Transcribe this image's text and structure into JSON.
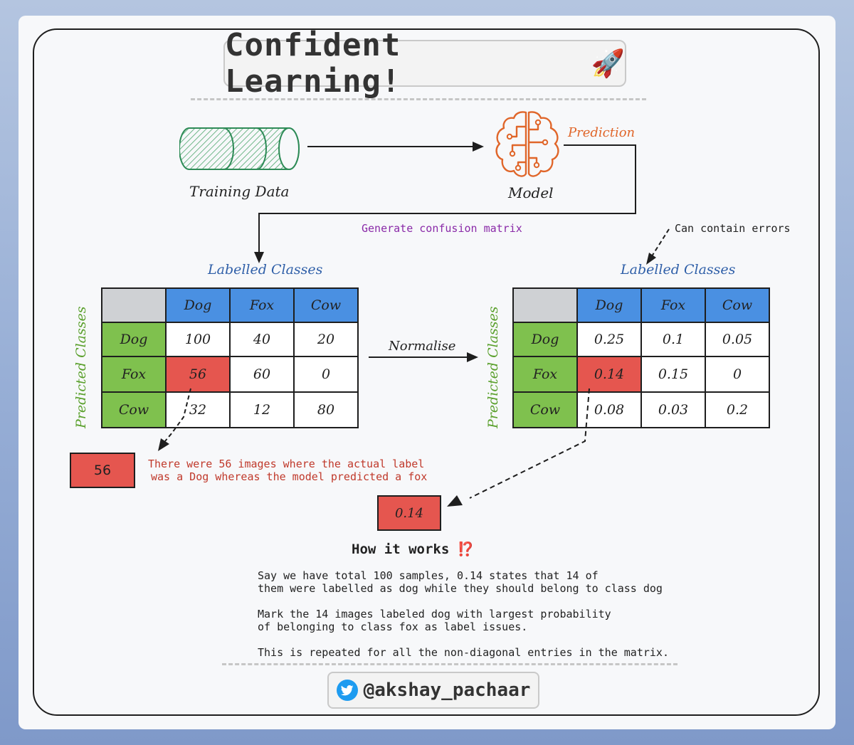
{
  "title": "Confident Learning!",
  "title_emoji": "🚀",
  "training_data_label": "Training Data",
  "model_label": "Model",
  "prediction_label": "Prediction",
  "confusion_label": "Generate confusion matrix",
  "errors_label": "Can contain errors",
  "labelled_classes": "Labelled Classes",
  "predicted_classes": "Predicted Classes",
  "normalise_label": "Normalise",
  "classes": [
    "Dog",
    "Fox",
    "Cow"
  ],
  "matrix_counts": [
    [
      "100",
      "40",
      "20"
    ],
    [
      "56",
      "60",
      "0"
    ],
    [
      "32",
      "12",
      "80"
    ]
  ],
  "matrix_normalised": [
    [
      "0.25",
      "0.1",
      "0.05"
    ],
    [
      "0.14",
      "0.15",
      "0"
    ],
    [
      "0.08",
      "0.03",
      "0.2"
    ]
  ],
  "callout_count": "56",
  "callout_count_text_1": "There were 56 images where the actual label",
  "callout_count_text_2": "was a Dog whereas the model predicted a fox",
  "callout_norm": "0.14",
  "how_title": "How it works",
  "how_emoji": "⁉️",
  "how_lines": [
    "Say we have total 100 samples, 0.14 states that 14 of",
    "them were labelled as dog while they should belong to class dog",
    "Mark the 14 images labeled dog with largest probability",
    "of belonging to class fox as label issues.",
    "This is repeated for all the non-diagonal entries in the matrix."
  ],
  "handle": "@akshay_pachaar",
  "colors": {
    "header_blue": "#4a90e2",
    "row_green": "#7fc14e",
    "highlight_red": "#e5564f",
    "model_orange": "#e0662a",
    "purple_text": "#8a2aa8",
    "label_blue": "#2f5fa8",
    "callout_red_text": "#c0392b"
  }
}
